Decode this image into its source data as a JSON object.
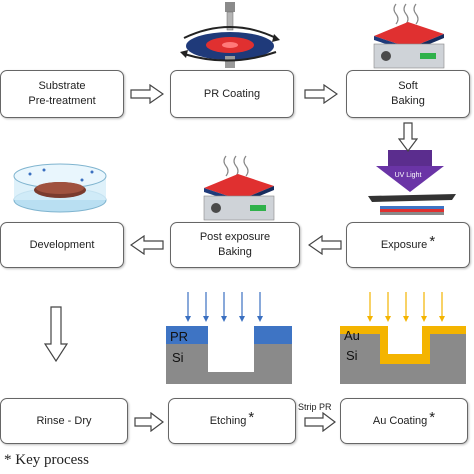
{
  "steps": {
    "substrate": "Substrate\nPre-treatment",
    "pr_coating": "PR  Coating",
    "soft_baking": "Soft\nBaking",
    "exposure": "Exposure",
    "post_exposure": "Post exposure\nBaking",
    "development": "Development",
    "rinse_dry": "Rinse - Dry",
    "etching": "Etching",
    "au_coating": "Au  Coating"
  },
  "marker": "*",
  "strip_label": "Strip PR",
  "uv_label": "UV Light",
  "layers": {
    "pr": "PR",
    "si": "Si",
    "au": "Au"
  },
  "legend": "* Key process",
  "colors": {
    "pr": "#3e74c4",
    "si": "#8a8a8a",
    "au": "#f4b400",
    "uv": "#5b2d8e",
    "arrow_blue": "#3a6fc0"
  }
}
